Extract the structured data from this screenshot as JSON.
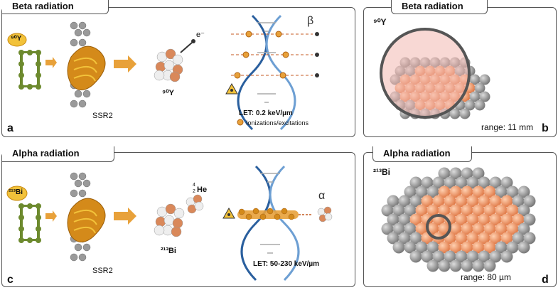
{
  "panel_a": {
    "title": "Beta radiation",
    "letter": "a",
    "chelator_label": "⁹⁰Y",
    "receptor": "SSR2",
    "nucleus_label": "⁹⁰Y",
    "particle": "e⁻",
    "greek": "β",
    "let": "LET: 0.2 keV/µm",
    "legend": "Ionizations/excitations"
  },
  "panel_b": {
    "title": "Beta radiation",
    "letter": "b",
    "nuclide": "⁹⁰Y",
    "range": "range: 11 mm"
  },
  "panel_c": {
    "title": "Alpha radiation",
    "letter": "c",
    "chelator_label": "²¹³Bi",
    "receptor": "SSR2",
    "nucleus_label": "²¹³Bi",
    "particle_sup": "4",
    "particle_sub": "2",
    "particle": "He",
    "greek": "α",
    "let": "LET: 50-230 keV/µm"
  },
  "panel_d": {
    "title": "Alpha radiation",
    "letter": "d",
    "nuclide": "²¹³Bi",
    "range": "range:  80 µm"
  },
  "colors": {
    "orange": "#e8a13a",
    "gold": "#d48a1a",
    "green": "#6d8a2e",
    "dna_blue": "#2a5f9e",
    "cell_gray": "#8c8c8c",
    "cell_orange": "#f0a07a"
  }
}
